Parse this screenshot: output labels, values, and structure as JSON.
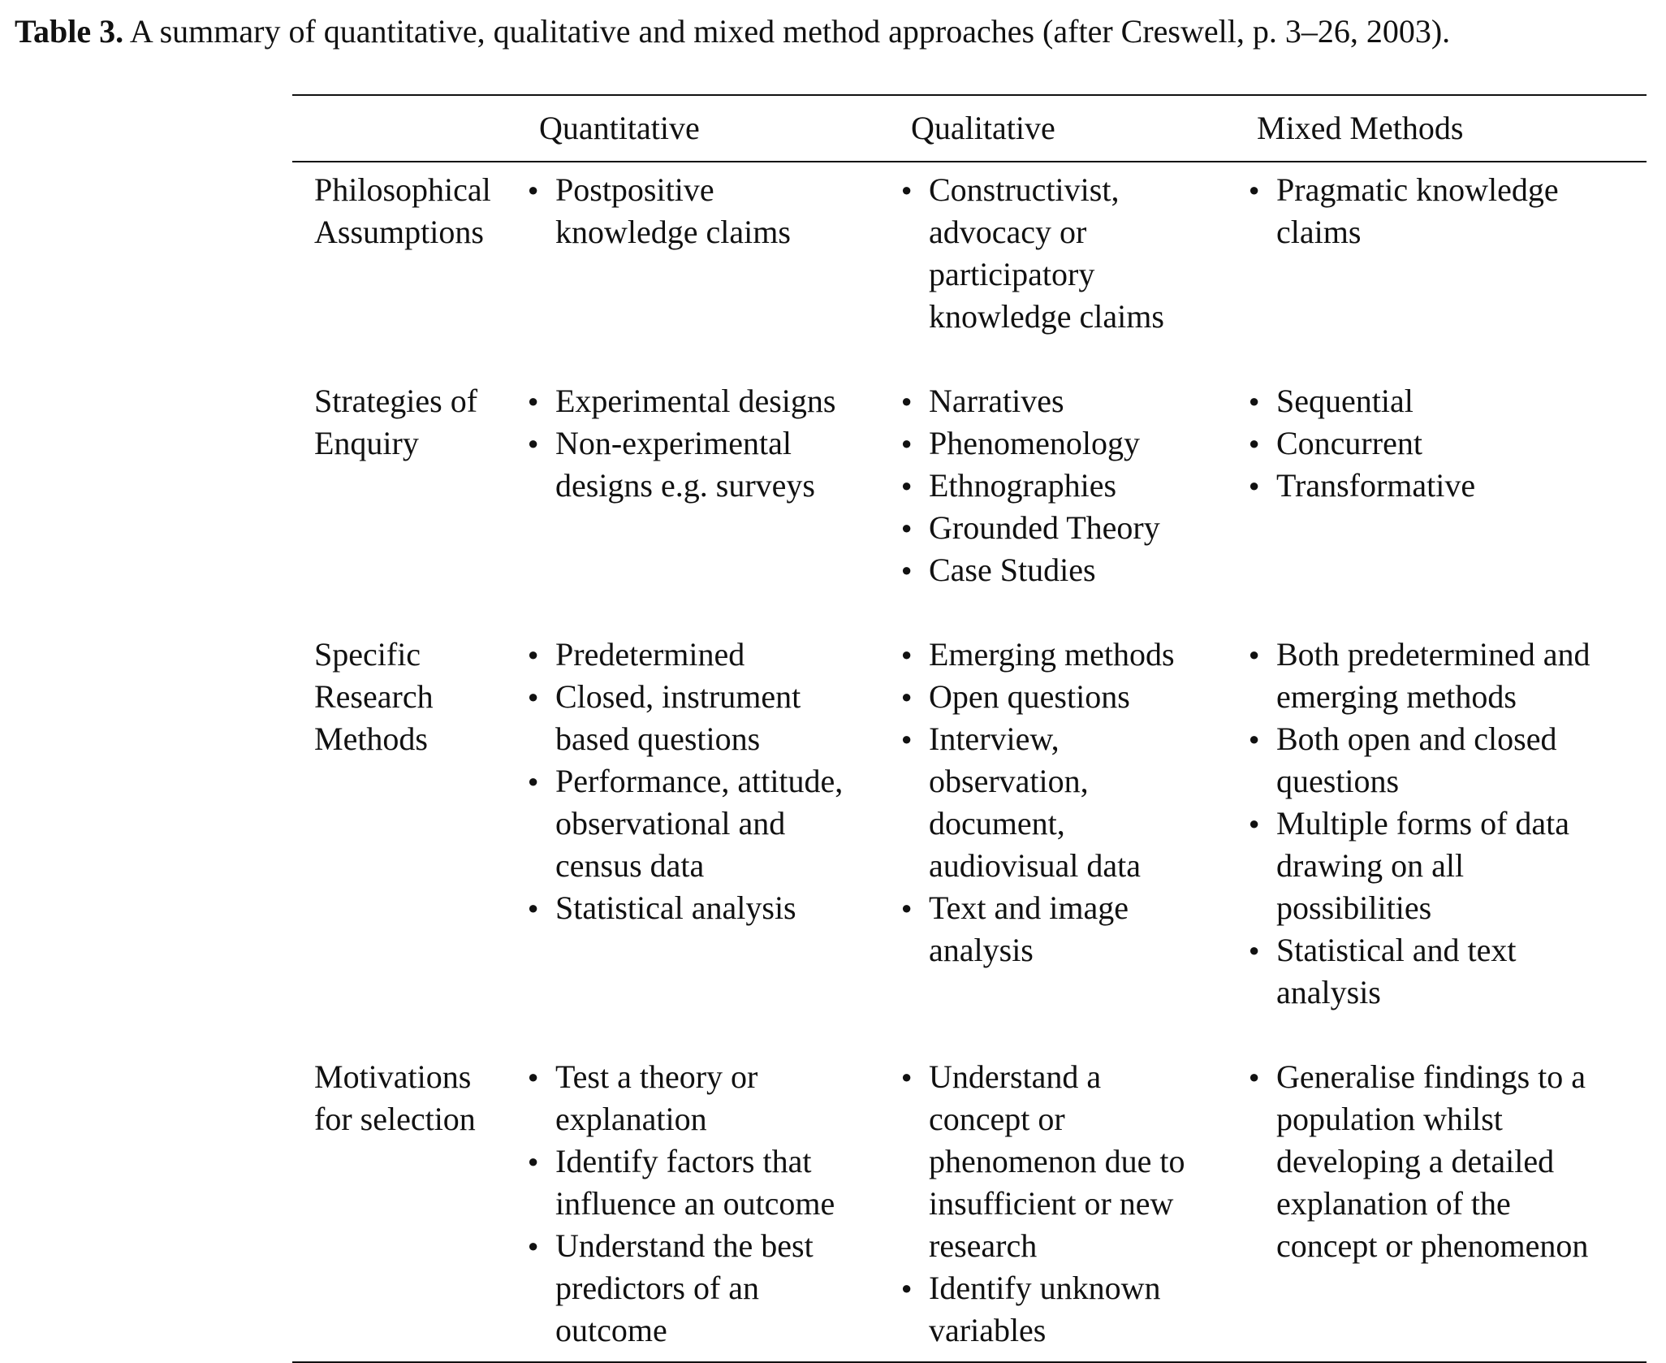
{
  "caption": {
    "label": "Table 3.",
    "text": " A summary of quantitative, qualitative and mixed method approaches (after Creswell, p. 3–26, 2003)."
  },
  "headers": [
    "",
    "Quantitative",
    "Qualitative",
    "Mixed Methods"
  ],
  "bullet_glyph": "●",
  "rows": [
    {
      "label_lines": [
        "Philosophical",
        "Assumptions"
      ],
      "cells": [
        [
          [
            "Postpositive",
            "knowledge claims"
          ]
        ],
        [
          [
            "Constructivist,",
            "advocacy or",
            "participatory",
            "knowledge claims"
          ]
        ],
        [
          [
            "Pragmatic knowledge",
            "claims"
          ]
        ]
      ]
    },
    {
      "label_lines": [
        "Strategies of",
        "Enquiry"
      ],
      "cells": [
        [
          [
            "Experimental designs"
          ],
          [
            "Non-experimental",
            "designs e.g. surveys"
          ]
        ],
        [
          [
            "Narratives"
          ],
          [
            "Phenomenology"
          ],
          [
            "Ethnographies"
          ],
          [
            "Grounded Theory"
          ],
          [
            "Case Studies"
          ]
        ],
        [
          [
            "Sequential"
          ],
          [
            "Concurrent"
          ],
          [
            "Transformative"
          ]
        ]
      ]
    },
    {
      "label_lines": [
        "Specific",
        "Research",
        "Methods"
      ],
      "cells": [
        [
          [
            "Predetermined"
          ],
          [
            "Closed, instrument",
            "based questions"
          ],
          [
            "Performance, attitude,",
            "observational and",
            "census data"
          ],
          [
            "Statistical analysis"
          ]
        ],
        [
          [
            "Emerging methods"
          ],
          [
            "Open questions"
          ],
          [
            "Interview,",
            "observation,",
            "document,",
            "audiovisual data"
          ],
          [
            "Text and image",
            "analysis"
          ]
        ],
        [
          [
            "Both predetermined and",
            "emerging methods"
          ],
          [
            "Both open and closed",
            "questions"
          ],
          [
            "Multiple forms of data",
            "drawing on all",
            "possibilities"
          ],
          [
            "Statistical and text",
            "analysis"
          ]
        ]
      ]
    },
    {
      "label_lines": [
        "Motivations",
        "for selection"
      ],
      "cells": [
        [
          [
            "Test a theory or",
            "explanation"
          ],
          [
            "Identify factors that",
            "influence an outcome"
          ],
          [
            "Understand the best",
            "predictors of an",
            "outcome"
          ]
        ],
        [
          [
            "Understand a",
            "concept or",
            "phenomenon due to",
            "insufficient or new",
            "research"
          ],
          [
            "Identify unknown",
            "variables"
          ]
        ],
        [
          [
            "Generalise findings to a",
            "population whilst",
            "developing a detailed",
            "explanation of the",
            "concept or phenomenon"
          ]
        ]
      ]
    }
  ]
}
